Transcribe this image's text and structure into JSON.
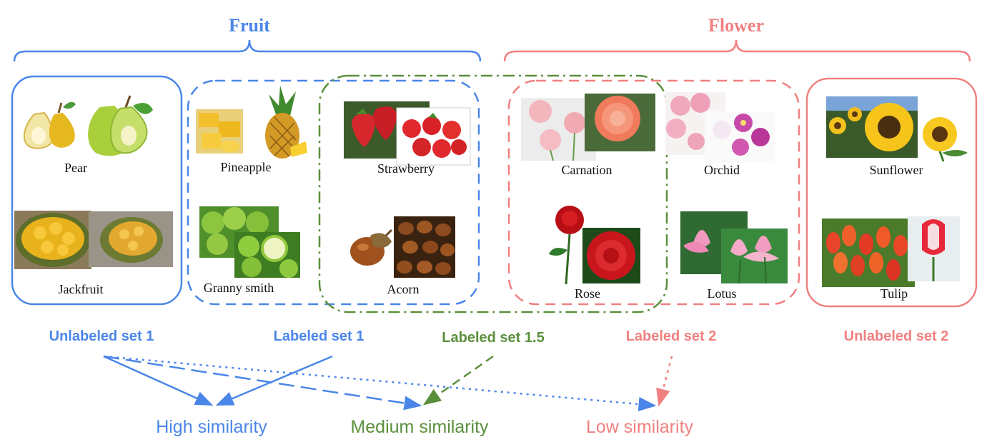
{
  "colors": {
    "blue": "#4a86e8",
    "green": "#5a8f3c",
    "pink": "#f08080",
    "text": "#111111"
  },
  "groups": {
    "fruit": "Fruit",
    "flower": "Flower"
  },
  "items": {
    "pear": "Pear",
    "jackfruit": "Jackfruit",
    "pineapple": "Pineapple",
    "granny_smith": "Granny smith",
    "strawberry": "Strawberry",
    "acorn": "Acorn",
    "carnation": "Carnation",
    "orchid": "Orchid",
    "rose": "Rose",
    "lotus": "Lotus",
    "sunflower": "Sunflower",
    "tulip": "Tulip"
  },
  "sets": {
    "unlabeled_1": "Unlabeled set 1",
    "labeled_1": "Labeled set 1",
    "labeled_1_5": "Labeled set 1.5",
    "labeled_2": "Labeled set 2",
    "unlabeled_2": "Unlabeled set 2"
  },
  "similarity": {
    "high": "High similarity",
    "medium": "Medium similarity",
    "low": "Low similarity"
  }
}
